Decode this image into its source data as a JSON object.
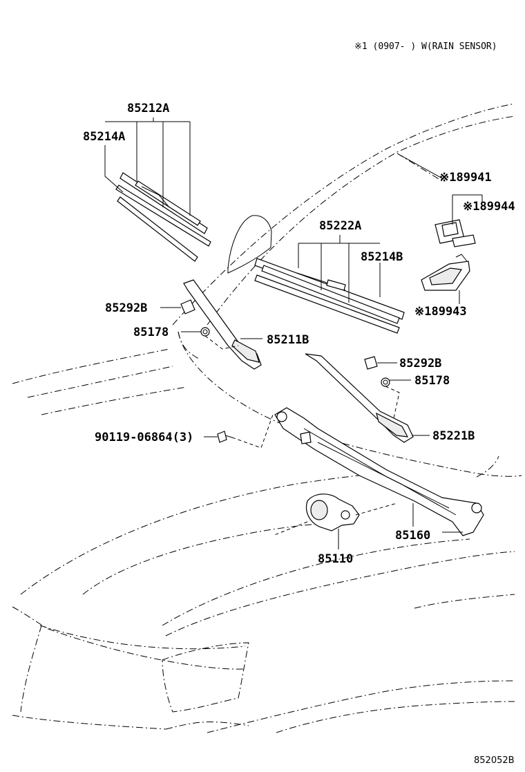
{
  "header_note": "※1 (0907-      ) W(RAIN SENSOR)",
  "diagram_ref": "852052B",
  "callouts": {
    "c85212A": "85212A",
    "c85214A": "85214A",
    "c189941": "※189941",
    "c189944": "※189944",
    "c85222A": "85222A",
    "c85214B": "85214B",
    "c189943": "※189943",
    "c85292B_left": "85292B",
    "c85178_left": "85178",
    "c85211B": "85211B",
    "c85292B_right": "85292B",
    "c85178_right": "85178",
    "c90119": "90119-06864(3)",
    "c85221B": "85221B",
    "c85160": "85160",
    "c85110": "85110"
  }
}
